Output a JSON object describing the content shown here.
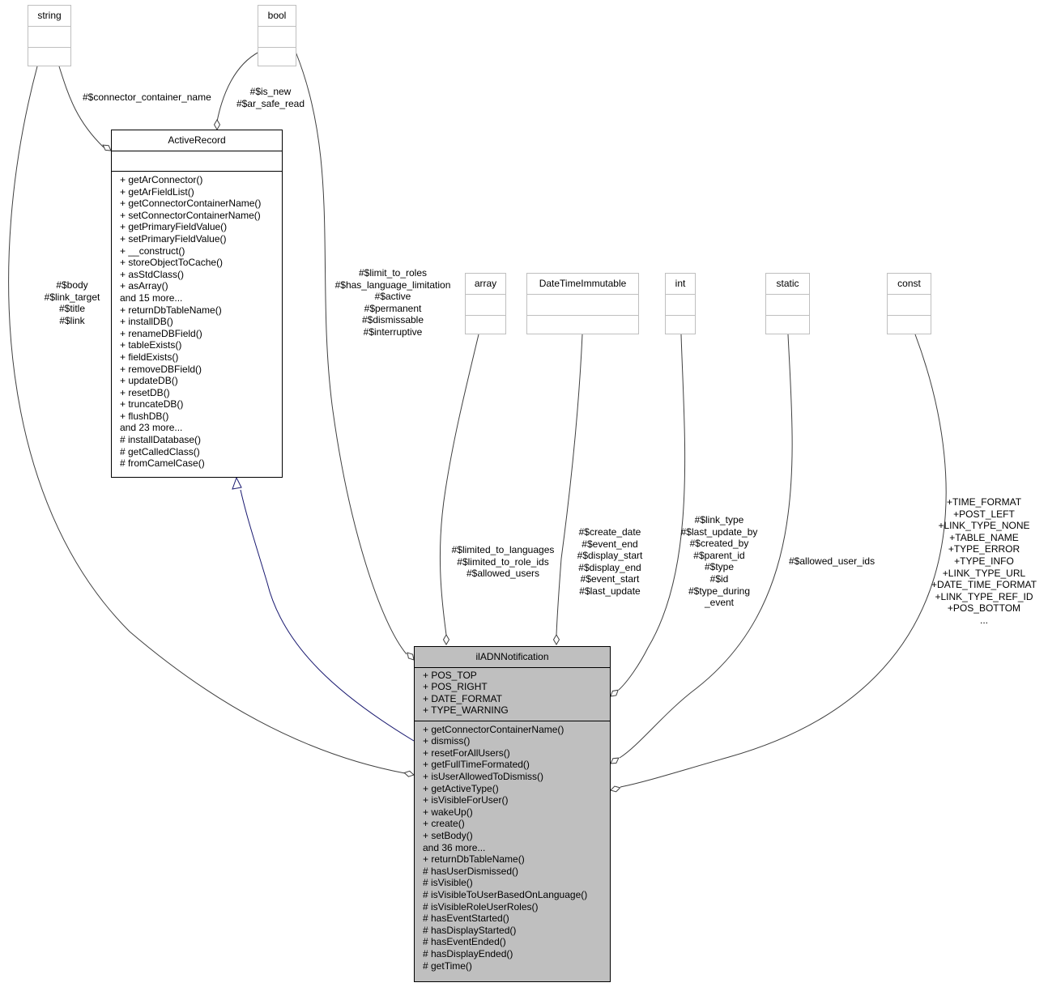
{
  "type_nodes": [
    {
      "key": "string",
      "title": "string"
    },
    {
      "key": "bool",
      "title": "bool"
    },
    {
      "key": "array",
      "title": "array"
    },
    {
      "key": "datetime",
      "title": "DateTimeImmutable"
    },
    {
      "key": "int",
      "title": "int"
    },
    {
      "key": "static",
      "title": "static"
    },
    {
      "key": "const",
      "title": "const"
    }
  ],
  "active_record": {
    "title": "ActiveRecord",
    "attributes": [],
    "methods": [
      "+ getArConnector()",
      "+ getArFieldList()",
      "+ getConnectorContainerName()",
      "+ setConnectorContainerName()",
      "+ getPrimaryFieldValue()",
      "+ setPrimaryFieldValue()",
      "+ __construct()",
      "+ storeObjectToCache()",
      "+ asStdClass()",
      "+ asArray()",
      "and 15 more...",
      "+ returnDbTableName()",
      "+ installDB()",
      "+ renameDBField()",
      "+ tableExists()",
      "+ fieldExists()",
      "+ removeDBField()",
      "+ updateDB()",
      "+ resetDB()",
      "+ truncateDB()",
      "+ flushDB()",
      "and 23 more...",
      "# installDatabase()",
      "# getCalledClass()",
      "# fromCamelCase()"
    ]
  },
  "notification": {
    "title": "ilADNNotification",
    "attributes": [
      "+ POS_TOP",
      "+ POS_RIGHT",
      "+ DATE_FORMAT",
      "+ TYPE_WARNING"
    ],
    "methods": [
      "+ getConnectorContainerName()",
      "+ dismiss()",
      "+ resetForAllUsers()",
      "+ getFullTimeFormated()",
      "+ isUserAllowedToDismiss()",
      "+ getActiveType()",
      "+ isVisibleForUser()",
      "+ wakeUp()",
      "+ create()",
      "+ setBody()",
      "and 36 more...",
      "+ returnDbTableName()",
      "# hasUserDismissed()",
      "# isVisible()",
      "# isVisibleToUserBasedOnLanguage()",
      "# isVisibleRoleUserRoles()",
      "# hasEventStarted()",
      "# hasDisplayStarted()",
      "# hasEventEnded()",
      "# hasDisplayEnded()",
      "# getTime()"
    ]
  },
  "edge_labels": [
    {
      "key": "string_to_ar",
      "lines": [
        "#$connector_container_name"
      ]
    },
    {
      "key": "bool_to_ar",
      "lines": [
        "#$is_new",
        "#$ar_safe_read"
      ]
    },
    {
      "key": "string_to_notif",
      "lines": [
        "#$body",
        "#$link_target",
        "#$title",
        "#$link"
      ]
    },
    {
      "key": "bool_to_notif",
      "lines": [
        "#$limit_to_roles",
        "#$has_language_limitation",
        "#$active",
        "#$permanent",
        "#$dismissable",
        "#$interruptive"
      ]
    },
    {
      "key": "array_to_notif",
      "lines": [
        "#$limited_to_languages",
        "#$limited_to_role_ids",
        "#$allowed_users"
      ]
    },
    {
      "key": "datetime_to_notif",
      "lines": [
        "#$create_date",
        "#$event_end",
        "#$display_start",
        "#$display_end",
        "#$event_start",
        "#$last_update"
      ]
    },
    {
      "key": "int_to_notif",
      "lines": [
        "#$link_type",
        "#$last_update_by",
        "#$created_by",
        "#$parent_id",
        "#$type",
        "#$id",
        "#$type_during",
        "_event"
      ]
    },
    {
      "key": "static_to_notif",
      "lines": [
        "#$allowed_user_ids"
      ]
    },
    {
      "key": "const_to_notif",
      "lines": [
        "+TIME_FORMAT",
        "+POST_LEFT",
        "+LINK_TYPE_NONE",
        "+TABLE_NAME",
        "+TYPE_ERROR",
        "+TYPE_INFO",
        "+LINK_TYPE_URL",
        "+DATE_TIME_FORMAT",
        "+LINK_TYPE_REF_ID",
        "+POS_BOTTOM",
        "..."
      ]
    }
  ],
  "colors": {
    "association_edge": "#404040",
    "inheritance_edge": "#191970",
    "type_border": "#bfbfbf",
    "main_fill": "#bfbfbf"
  }
}
